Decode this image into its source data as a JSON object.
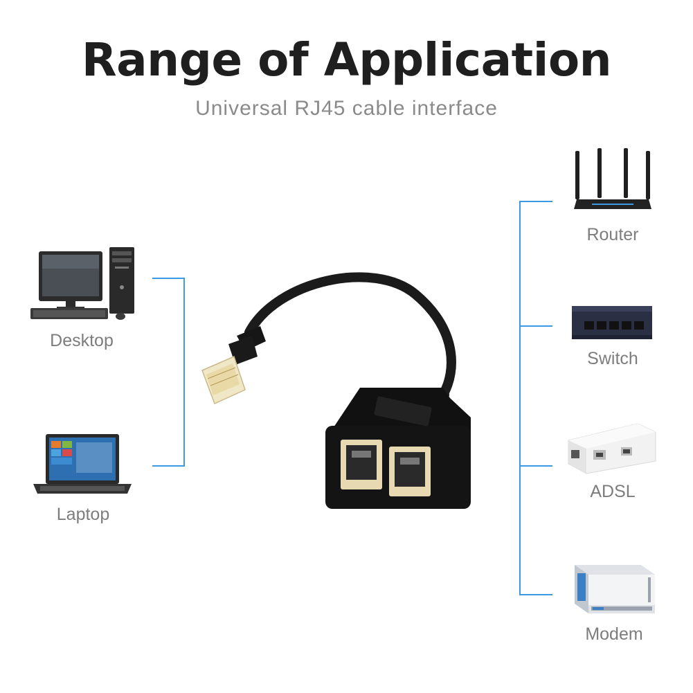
{
  "header": {
    "title": "Range of Application",
    "subtitle": "Universal RJ45 cable interface"
  },
  "left_devices": [
    {
      "label": "Desktop",
      "icon": "desktop-computer-icon"
    },
    {
      "label": "Laptop",
      "icon": "laptop-icon"
    }
  ],
  "right_devices": [
    {
      "label": "Router",
      "icon": "router-icon"
    },
    {
      "label": "Switch",
      "icon": "network-switch-icon"
    },
    {
      "label": "ADSL",
      "icon": "adsl-box-icon"
    },
    {
      "label": "Modem",
      "icon": "modem-icon"
    }
  ],
  "colors": {
    "connector_line": "#3b9ae1",
    "title": "#1f1f1f",
    "label": "#7d7d7d"
  }
}
